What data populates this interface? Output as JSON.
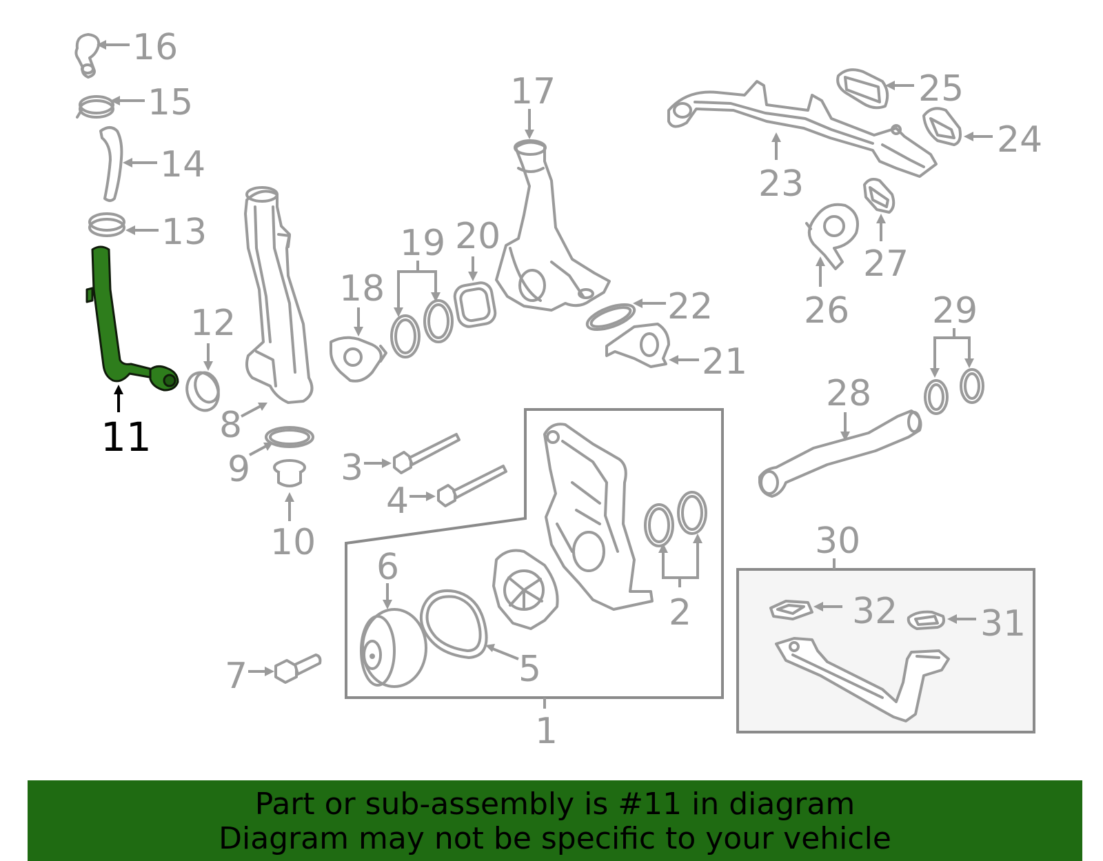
{
  "callouts": {
    "c1": "1",
    "c2": "2",
    "c3": "3",
    "c4": "4",
    "c5": "5",
    "c6": "6",
    "c7": "7",
    "c8": "8",
    "c9": "9",
    "c10": "10",
    "c11": "11",
    "c12": "12",
    "c13": "13",
    "c14": "14",
    "c15": "15",
    "c16": "16",
    "c17": "17",
    "c18": "18",
    "c19": "19",
    "c20": "20",
    "c21": "21",
    "c22": "22",
    "c23": "23",
    "c24": "24",
    "c25": "25",
    "c26": "26",
    "c27": "27",
    "c28": "28",
    "c29": "29",
    "c30": "30",
    "c31": "31",
    "c32": "32"
  },
  "highlighted_part": "11",
  "colors": {
    "highlight": "#2e7d1c",
    "banner": "#1f6b12",
    "parts": "#9a9a9a"
  },
  "banner": {
    "line1": "Part or sub-assembly is #11 in diagram",
    "line2": "Diagram may not be specific to your vehicle"
  }
}
